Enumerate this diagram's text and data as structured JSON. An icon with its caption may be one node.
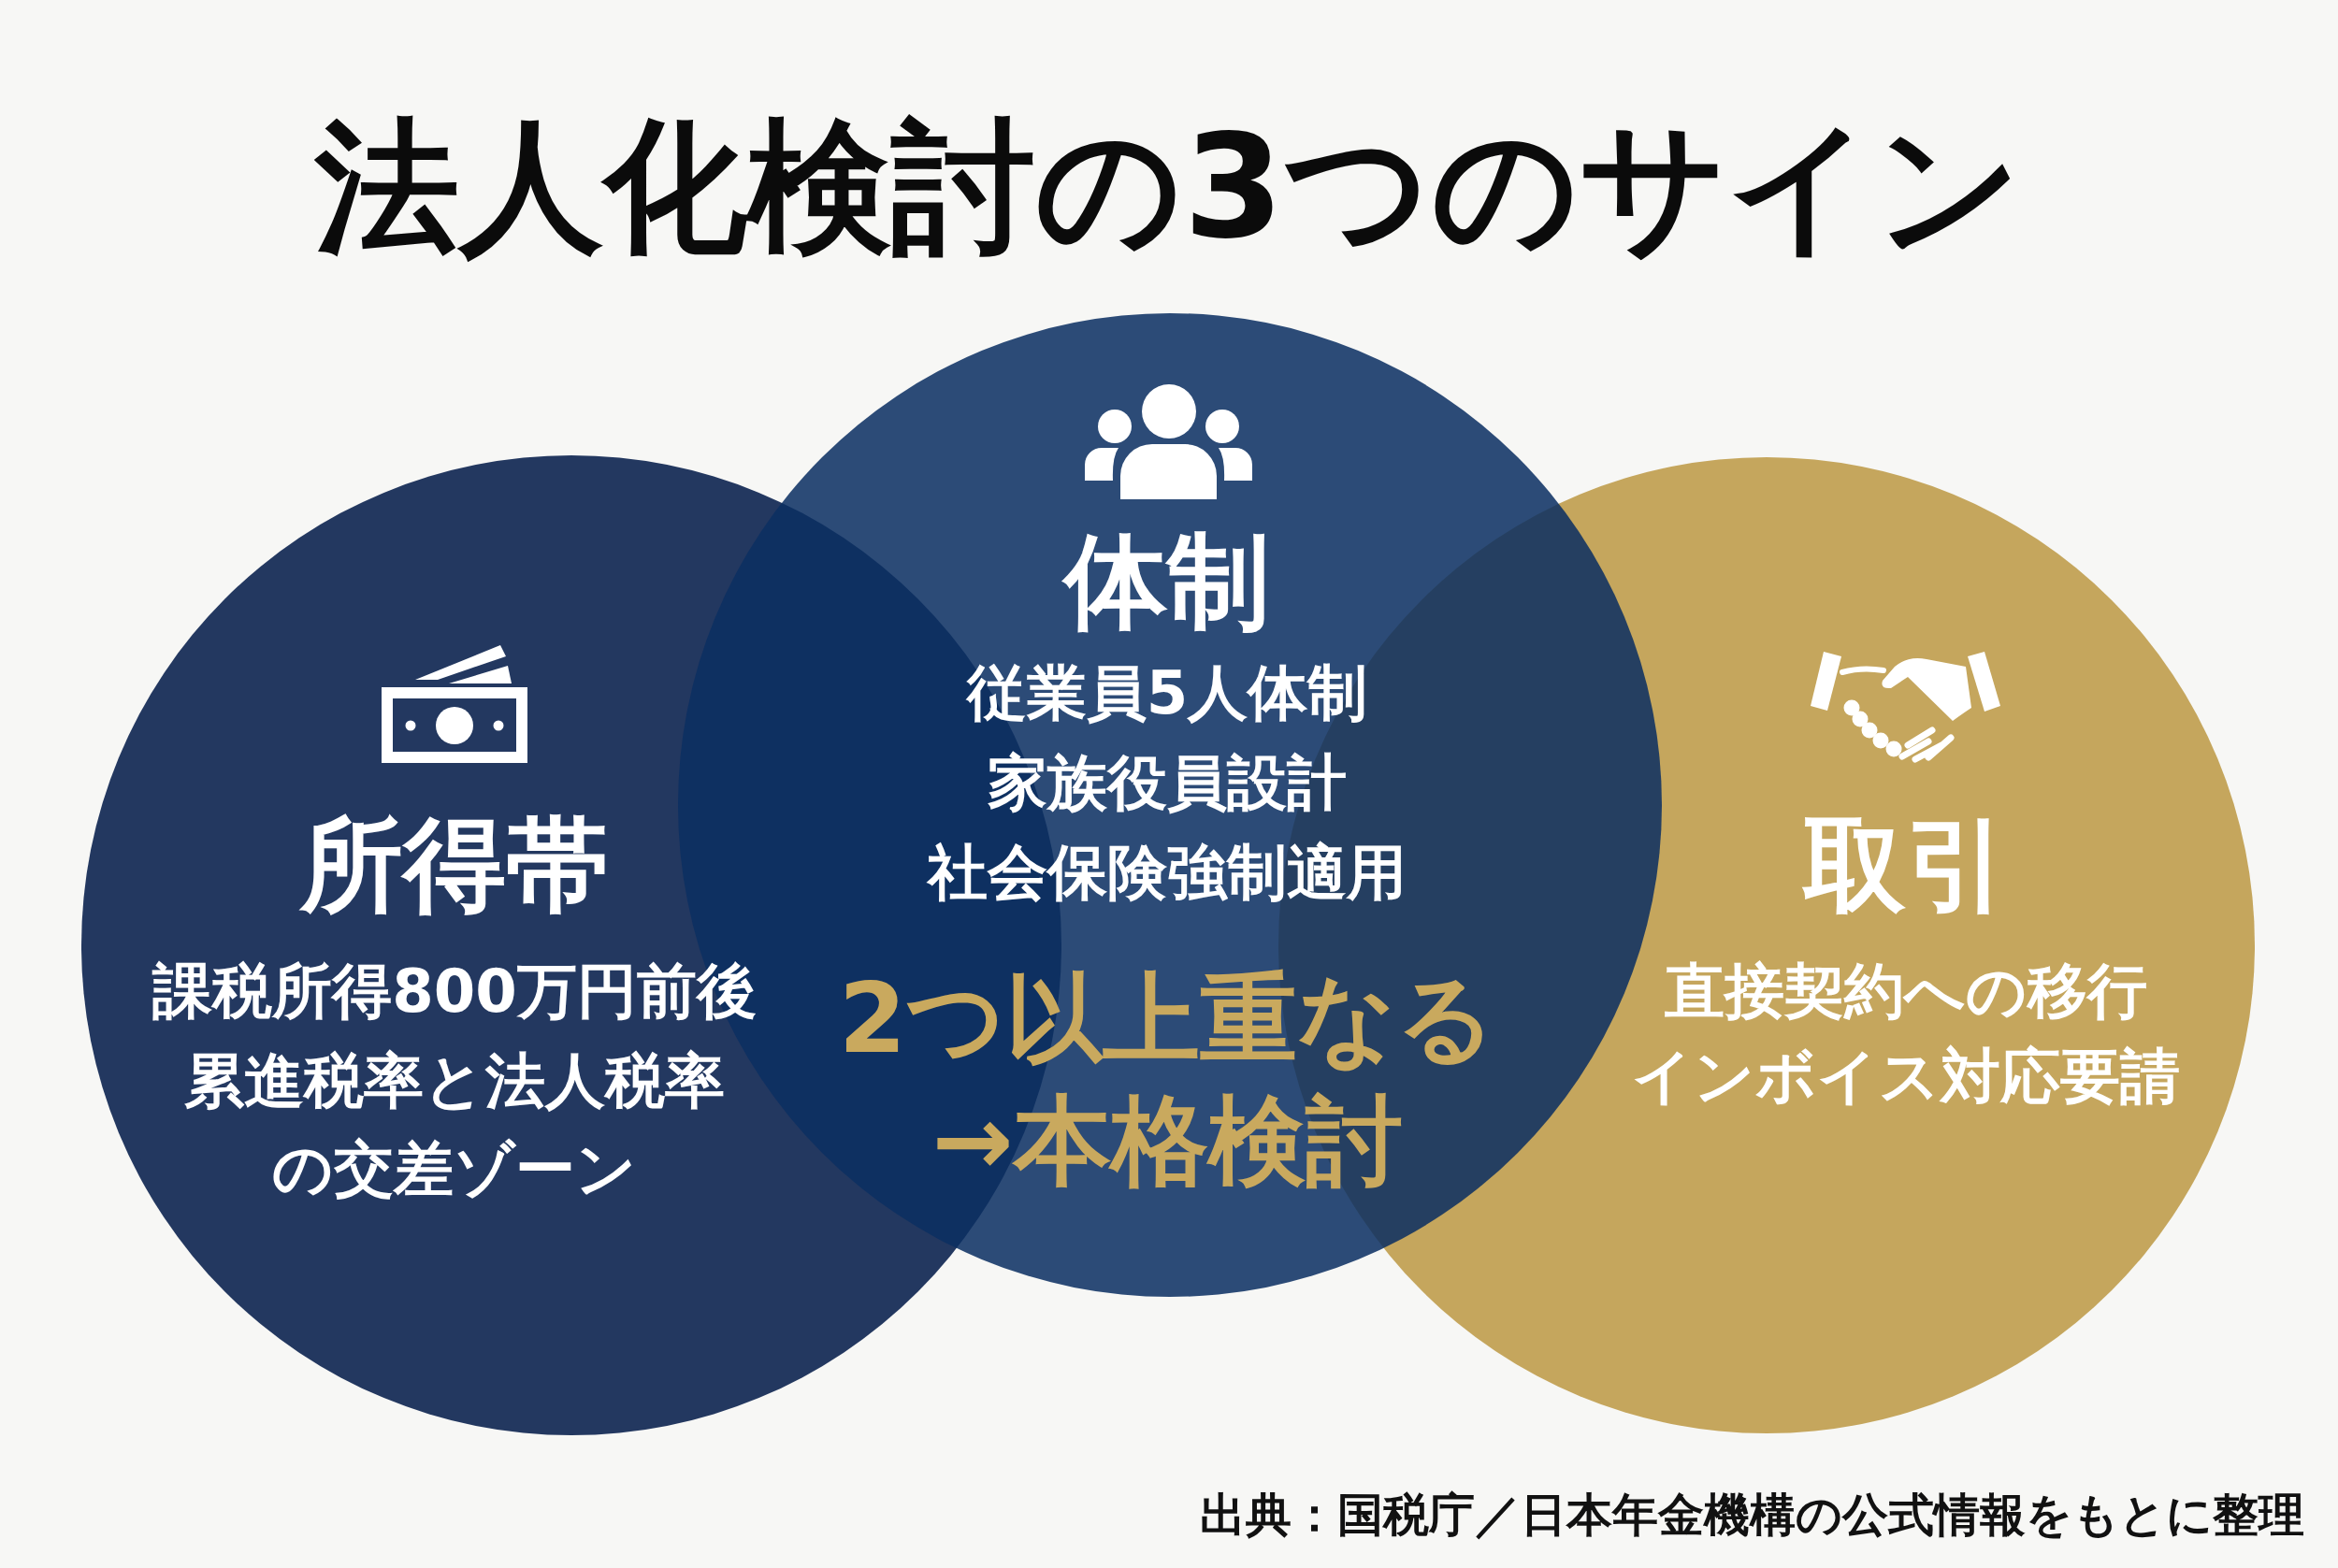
{
  "diagram": {
    "title": "法人化検討の3つのサイン",
    "caption": "出典：国税庁／日本年金機構の公式情報をもとに整理",
    "nodes": [
      {
        "text": [
          "所得帯",
          "課税所得800万円前後",
          "累進税率と法人税率の交差ゾーン"
        ]
      },
      {
        "text": [
          "体制",
          "従業員5人体制",
          "家族役員設計",
          "社会保険強制適用"
        ]
      },
      {
        "text": [
          "取引",
          "直接契約への移行",
          "インボイス対応要請"
        ]
      }
    ],
    "labels": [
      "2つ以上重なる→本格検討"
    ]
  }
}
